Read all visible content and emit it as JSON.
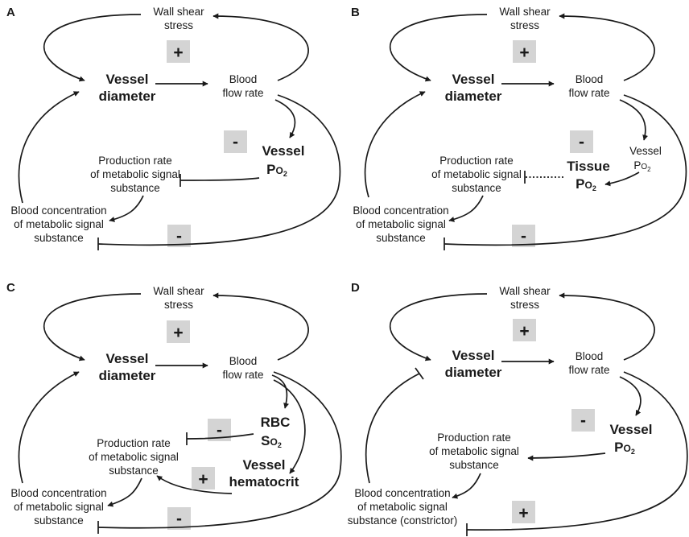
{
  "panels": {
    "A": {
      "label": "A",
      "wall_shear_1": "Wall shear",
      "wall_shear_2": "stress",
      "vessel_diam_1": "Vessel",
      "vessel_diam_2": "diameter",
      "blood_flow_1": "Blood",
      "blood_flow_2": "flow rate",
      "vessel_po2_1": "Vessel",
      "vessel_po2_main": "P",
      "vessel_po2_o": "O",
      "vessel_po2_sub": "2",
      "prod_1": "Production rate",
      "prod_2": "of metabolic signal",
      "prod_3": "substance",
      "conc_1": "Blood concentration",
      "conc_2": "of metabolic signal",
      "conc_3": "substance",
      "sign_top": "+",
      "sign_mid": "-",
      "sign_bottom": "-"
    },
    "B": {
      "label": "B",
      "wall_shear_1": "Wall shear",
      "wall_shear_2": "stress",
      "vessel_diam_1": "Vessel",
      "vessel_diam_2": "diameter",
      "blood_flow_1": "Blood",
      "blood_flow_2": "flow rate",
      "vessel_po2_1": "Vessel",
      "vessel_po2_main": "P",
      "vessel_po2_o": "O",
      "vessel_po2_sub": "2",
      "tissue_1": "Tissue",
      "tissue_main": "P",
      "tissue_o": "O",
      "tissue_sub": "2",
      "prod_1": "Production rate",
      "prod_2": "of metabolic signal",
      "prod_3": "substance",
      "conc_1": "Blood concentration",
      "conc_2": "of metabolic signal",
      "conc_3": "substance",
      "sign_top": "+",
      "sign_mid": "-",
      "sign_bottom": "-"
    },
    "C": {
      "label": "C",
      "wall_shear_1": "Wall shear",
      "wall_shear_2": "stress",
      "vessel_diam_1": "Vessel",
      "vessel_diam_2": "diameter",
      "blood_flow_1": "Blood",
      "blood_flow_2": "flow rate",
      "rbc_1": "RBC",
      "rbc_main": "S",
      "rbc_o": "O",
      "rbc_sub": "2",
      "hct_1": "Vessel",
      "hct_2": "hematocrit",
      "prod_1": "Production rate",
      "prod_2": "of metabolic signal",
      "prod_3": "substance",
      "conc_1": "Blood concentration",
      "conc_2": "of metabolic signal",
      "conc_3": "substance",
      "sign_top": "+",
      "sign_mid": "-",
      "sign_hct": "+",
      "sign_bottom": "-"
    },
    "D": {
      "label": "D",
      "wall_shear_1": "Wall shear",
      "wall_shear_2": "stress",
      "vessel_diam_1": "Vessel",
      "vessel_diam_2": "diameter",
      "blood_flow_1": "Blood",
      "blood_flow_2": "flow rate",
      "vessel_po2_1": "Vessel",
      "vessel_po2_main": "P",
      "vessel_po2_o": "O",
      "vessel_po2_sub": "2",
      "prod_1": "Production rate",
      "prod_2": "of metabolic signal",
      "prod_3": "substance",
      "conc_1": "Blood concentration",
      "conc_2": "of metabolic signal",
      "conc_3": "substance (constrictor)",
      "sign_top": "+",
      "sign_mid": "-",
      "sign_bottom": "+"
    }
  }
}
